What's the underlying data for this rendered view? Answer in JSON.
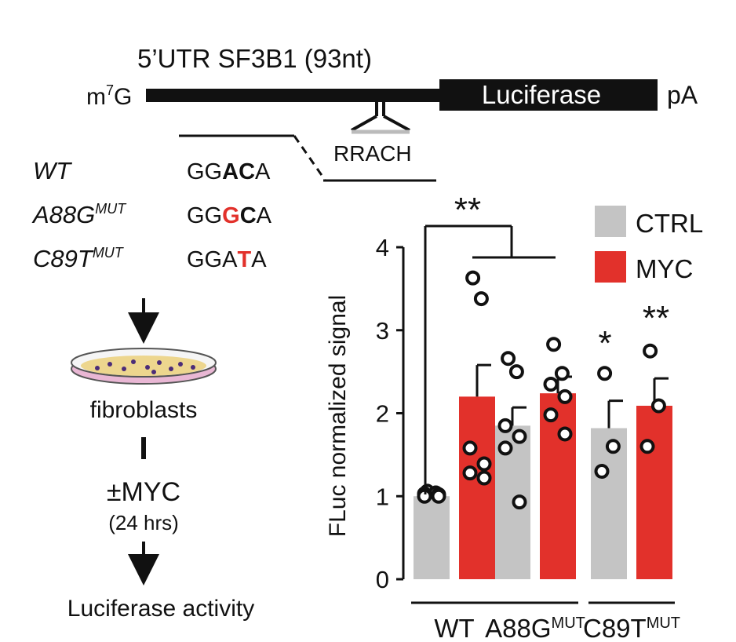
{
  "construct": {
    "title": "5’UTR SF3B1 (93nt)",
    "cap_main": "m",
    "cap_sup": "7",
    "cap_tail": "G",
    "gene_label": "Luciferase",
    "polya": "pA",
    "motif_label": "RRACH"
  },
  "variants": [
    {
      "name": "WT",
      "sup": "",
      "seq": [
        {
          "t": "GG",
          "s": "n"
        },
        {
          "t": "AC",
          "s": "b"
        },
        {
          "t": "A",
          "s": "n"
        }
      ]
    },
    {
      "name": "A88G",
      "sup": "MUT",
      "seq": [
        {
          "t": "GG",
          "s": "n"
        },
        {
          "t": "G",
          "s": "r"
        },
        {
          "t": "C",
          "s": "b"
        },
        {
          "t": "A",
          "s": "n"
        }
      ]
    },
    {
      "name": "C89T",
      "sup": "MUT",
      "seq": [
        {
          "t": "GGA",
          "s": "n"
        },
        {
          "t": "T",
          "s": "r"
        },
        {
          "t": "A",
          "s": "n"
        }
      ]
    }
  ],
  "workflow": {
    "cells": "fibroblasts",
    "treatment": "±MYC",
    "duration": "(24 hrs)",
    "readout": "Luciferase activity"
  },
  "colors": {
    "ctrl": "#c4c4c4",
    "myc": "#e2312b",
    "highlight": "#e2312b",
    "ink": "#111111",
    "dish_fill": "#e9b7d4",
    "dish_dots": "#e8c14a"
  },
  "chart_data": {
    "type": "bar",
    "ylabel": "FLuc normalized signal",
    "ylim": [
      0,
      4
    ],
    "yticks": [
      0,
      1,
      2,
      3,
      4
    ],
    "groups": [
      {
        "name": "WT",
        "sup": ""
      },
      {
        "name": "A88G",
        "sup": "MUT"
      },
      {
        "name": "C89T",
        "sup": "MUT"
      }
    ],
    "series": [
      {
        "name": "CTRL",
        "values": [
          1.0,
          1.85,
          1.82
        ],
        "sem": [
          0.03,
          0.22,
          0.33
        ],
        "points": [
          [
            1.06,
            1.04,
            1.03,
            1.02,
            1.0,
            1.0
          ],
          [
            2.66,
            2.5,
            1.85,
            1.72,
            1.58,
            0.93
          ],
          [
            2.48,
            1.6,
            1.3
          ]
        ]
      },
      {
        "name": "MYC",
        "values": [
          2.2,
          2.24,
          2.09
        ],
        "sem": [
          0.38,
          0.2,
          0.33
        ],
        "points": [
          [
            3.63,
            3.38,
            1.58,
            1.39,
            1.28,
            1.22
          ],
          [
            2.83,
            2.48,
            2.35,
            2.2,
            1.98,
            1.75
          ],
          [
            2.75,
            2.09,
            1.6
          ]
        ]
      }
    ],
    "legend_position": "top-right",
    "annotations": [
      {
        "text": "**",
        "meaning": "WT CTRL vs A88G MUT"
      },
      {
        "text": "*",
        "meaning": "C89T CTRL"
      },
      {
        "text": "**",
        "meaning": "C89T MYC"
      }
    ]
  }
}
